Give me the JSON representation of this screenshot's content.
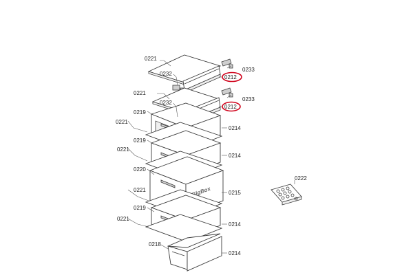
{
  "diagram": {
    "brand_text": "BigBox",
    "highlight_color": "#d0021b",
    "labels": {
      "l0221_a": "0221",
      "l0232_a": "0232",
      "l0233_a": "0233",
      "l0212_a": "0212",
      "l0221_b": "0221",
      "l0232_b": "0232",
      "l0233_b": "0233",
      "l0212_b": "0212",
      "l0219_a": "0219",
      "l0221_c": "0221",
      "l0214_a": "0214",
      "l0219_b": "0219",
      "l0221_d": "0221",
      "l0214_b": "0214",
      "l0220": "0220",
      "l0221_e": "0221",
      "l0215": "0215",
      "l0219_c": "0219",
      "l0221_f": "0221",
      "l0214_c": "0214",
      "l0218": "0218",
      "l0214_d": "0214",
      "l0222": "0222"
    }
  }
}
